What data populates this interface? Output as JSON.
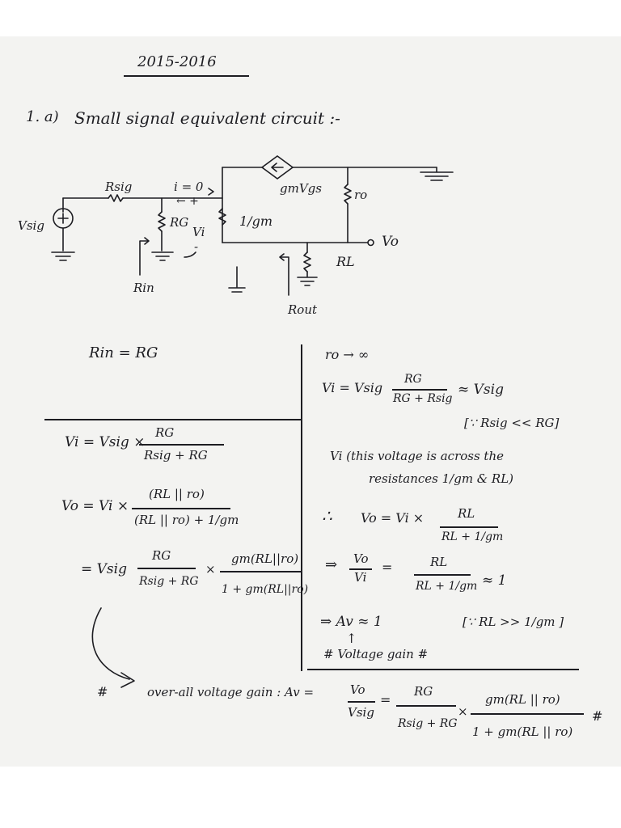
{
  "header": {
    "year": "2015-2016",
    "question_number": "1. a)",
    "title": "Small signal equivalent circuit :-"
  },
  "circuit": {
    "labels": {
      "rsig": "Rsig",
      "current": "i = 0",
      "arrow_marks": "← +",
      "vsig": "Vsig",
      "rg": "RG",
      "vi": "Vi",
      "minus": "-",
      "inv_gm": "1/gm",
      "dep_source": "gmVgs",
      "ro": "ro",
      "vo": "Vo",
      "rl": "RL",
      "rin": "Rin",
      "rout": "Rout"
    }
  },
  "left": {
    "rin_eq": "Rin = RG",
    "vi_eq": {
      "lhs": "Vi = Vsig ×",
      "num": "RG",
      "den": "Rsig + RG"
    },
    "vo_eq": {
      "lhs": "Vo = Vi ×",
      "num": "(RL || ro)",
      "den": "(RL || ro) + 1/gm"
    },
    "vo_sub": {
      "lhs": "= Vsig",
      "num1": "RG",
      "den1": "Rsig + RG",
      "times": "×",
      "num2": "gm(RL||ro)",
      "den2": "1 + gm(RL||ro)"
    }
  },
  "right": {
    "ro_inf": "ro → ∞",
    "vi_eq": {
      "lhs": "Vi = Vsig",
      "num": "RG",
      "den": "RG + Rsig",
      "approx": "≈ Vsig"
    },
    "note1": "[∵ Rsig << RG]",
    "vi_desc_1": "Vi (this voltage is across the",
    "vi_desc_2": "resistances 1/gm & RL)",
    "therefore": "∴",
    "vo_eq": {
      "lhs": "Vo = Vi ×",
      "num": "RL",
      "den": "RL + 1/gm"
    },
    "ratio": {
      "arrow": "⇒",
      "num": "Vo",
      "den": "Vi",
      "eq": "=",
      "num2": "RL",
      "den2": "RL + 1/gm",
      "approx": "≈ 1"
    },
    "av_line": "⇒ Av ≈ 1",
    "note2": "[∵ RL >> 1/gm ]",
    "up_arrow": "↑",
    "voltage_gain": "# Voltage gain #"
  },
  "overall": {
    "hash": "#",
    "label": "over-all voltage gain : Av =",
    "num1": "Vo",
    "den1": "Vsig",
    "eq": "=",
    "num2": "RG",
    "den2": "Rsig + RG",
    "times": "×",
    "num3": "gm(RL || ro)",
    "den3": "1 + gm(RL || ro)",
    "end": "#"
  }
}
